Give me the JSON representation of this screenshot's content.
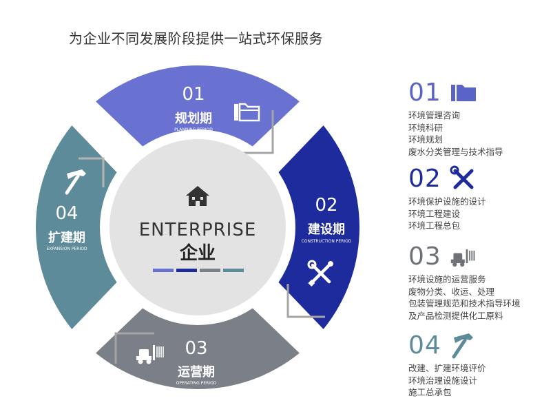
{
  "title": "为企业不同发展阶段提供一站式环保服务",
  "colors": {
    "planning": "#6a72d1",
    "construction": "#1e2b9c",
    "operating": "#7b8088",
    "expansion": "#5e8b9a",
    "center": "#e3e3e3",
    "corner": "#9a9a9a",
    "text_dark": "#333333"
  },
  "center": {
    "title_en": "ENTERPRISE",
    "title_cn": "企业",
    "icon": "house-icon"
  },
  "ring": [
    {
      "num": "01",
      "name": "规划期",
      "en": "PLANNING PERIOD",
      "icon": "folder-icon"
    },
    {
      "num": "02",
      "name": "建设期",
      "en": "CONSTRUCTION PERIOD",
      "icon": "tools-icon"
    },
    {
      "num": "03",
      "name": "运营期",
      "en": "OPERATING PERIOD",
      "icon": "truck-icon"
    },
    {
      "num": "04",
      "name": "扩建期",
      "en": "EXPANSION PERIOD",
      "icon": "hammer-icon"
    }
  ],
  "stages": [
    {
      "num": "01",
      "icon": "folder-icon",
      "color": "#5a63c8",
      "items": [
        "环境管理咨询",
        "环境科研",
        "环境规划",
        "废水分类管理与技术指导"
      ]
    },
    {
      "num": "02",
      "icon": "tools-icon",
      "color": "#1e2b9c",
      "items": [
        "环境保护设施的设计",
        "环境工程建设",
        "环境工程总包"
      ]
    },
    {
      "num": "03",
      "icon": "truck-icon",
      "color": "#6e7278",
      "items": [
        "环境设施的运营服务",
        "废物分类、收运、处理",
        "包装管理规范和技术指导环境",
        "及产品检测提供化工原料"
      ]
    },
    {
      "num": "04",
      "icon": "hammer-icon",
      "color": "#5e8b9a",
      "items": [
        "改建、扩建环境评价",
        "环境治理设施设计",
        "施工总承包"
      ]
    }
  ]
}
